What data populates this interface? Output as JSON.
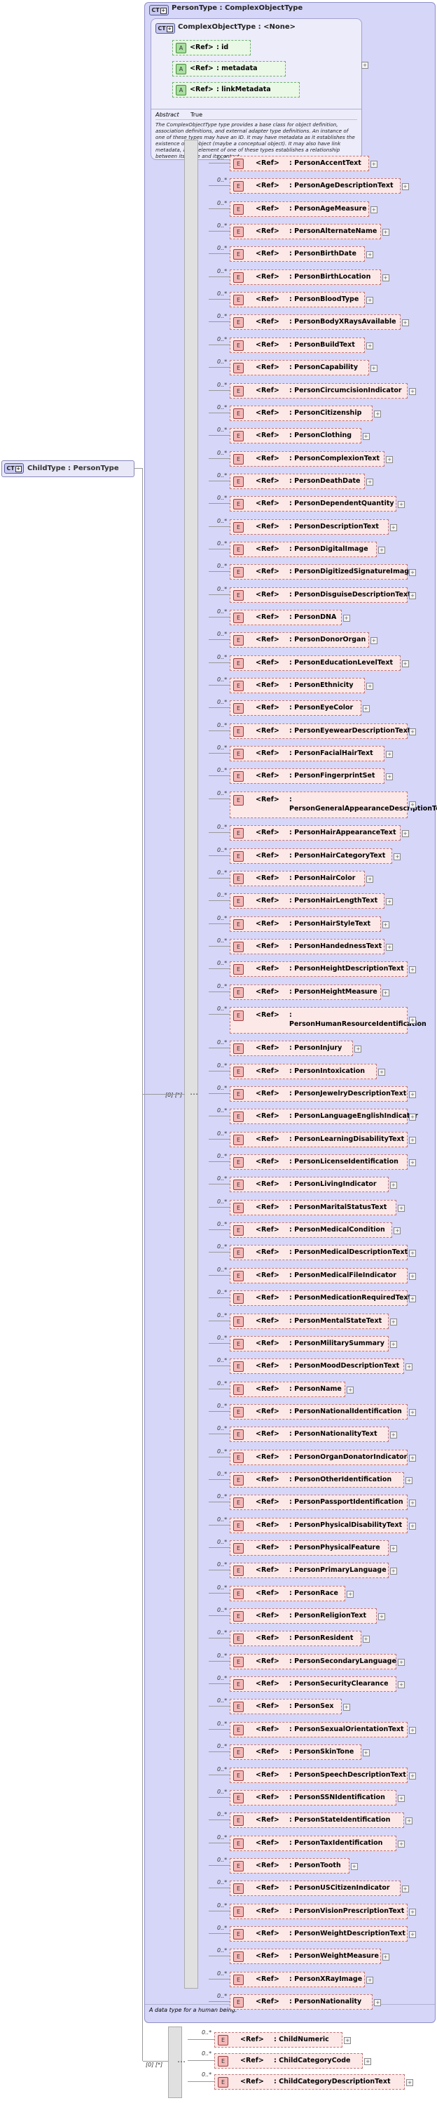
{
  "root": {
    "tag": "CT",
    "label": "ChildType : PersonType"
  },
  "base": {
    "tag": "CT",
    "label": "PersonType : ComplexObjectType"
  },
  "inner": {
    "tag": "CT",
    "label": "ComplexObjectType : <None>",
    "attributes": [
      {
        "tag": "A",
        "ref": "<Ref>",
        "name": ": id"
      },
      {
        "tag": "A",
        "ref": "<Ref>",
        "name": ": metadata"
      },
      {
        "tag": "A",
        "ref": "<Ref>",
        "name": ": linkMetadata"
      }
    ],
    "abstract_label": "Abstract",
    "abstract_value": "True",
    "documentation": "The ComplexObjectType type provides a base class for object definition, association definitions, and external adapter type definitions. An instance of one of these types may have an ID. It may have metadata as it establishes the existence of an object (maybe a conceptual object). It may also have link metadata, as an element of one of these types establishes a relationship between its value and its context."
  },
  "person_sequence": {
    "multiplicity": "[0] [*]",
    "element_tag": "E",
    "ref_label": "<Ref>",
    "occurrence": "0..*",
    "elements": [
      ": PersonAccentText",
      ": PersonAgeDescriptionText",
      ": PersonAgeMeasure",
      ": PersonAlternateName",
      ": PersonBirthDate",
      ": PersonBirthLocation",
      ": PersonBloodType",
      ": PersonBodyXRaysAvailable",
      ": PersonBuildText",
      ": PersonCapability",
      ": PersonCircumcisionIndicator",
      ": PersonCitizenship",
      ": PersonClothing",
      ": PersonComplexionText",
      ": PersonDeathDate",
      ": PersonDependentQuantity",
      ": PersonDescriptionText",
      ": PersonDigitalImage",
      ": PersonDigitizedSignatureImage",
      ": PersonDisguiseDescriptionText",
      ": PersonDNA",
      ": PersonDonorOrgan",
      ": PersonEducationLevelText",
      ": PersonEthnicity",
      ": PersonEyeColor",
      ": PersonEyewearDescriptionText",
      ": PersonFacialHairText",
      ": PersonFingerprintSet",
      ": PersonGeneralAppearanceDescriptionText",
      ": PersonHairAppearanceText",
      ": PersonHairCategoryText",
      ": PersonHairColor",
      ": PersonHairLengthText",
      ": PersonHairStyleText",
      ": PersonHandednessText",
      ": PersonHeightDescriptionText",
      ": PersonHeightMeasure",
      ": PersonHumanResourceIdentification",
      ": PersonInjury",
      ": PersonIntoxication",
      ": PersonJewelryDescriptionText",
      ": PersonLanguageEnglishIndicator",
      ": PersonLearningDisabilityText",
      ": PersonLicenseIdentification",
      ": PersonLivingIndicator",
      ": PersonMaritalStatusText",
      ": PersonMedicalCondition",
      ": PersonMedicalDescriptionText",
      ": PersonMedicalFileIndicator",
      ": PersonMedicationRequiredText",
      ": PersonMentalStateText",
      ": PersonMilitarySummary",
      ": PersonMoodDescriptionText",
      ": PersonName",
      ": PersonNationalIdentification",
      ": PersonNationalityText",
      ": PersonOrganDonatorIndicator",
      ": PersonOtherIdentification",
      ": PersonPassportIdentification",
      ": PersonPhysicalDisabilityText",
      ": PersonPhysicalFeature",
      ": PersonPrimaryLanguage",
      ": PersonRace",
      ": PersonReligionText",
      ": PersonResident",
      ": PersonSecondaryLanguage",
      ": PersonSecurityClearance",
      ": PersonSex",
      ": PersonSexualOrientationText",
      ": PersonSkinTone",
      ": PersonSpeechDescriptionText",
      ": PersonSSNIdentification",
      ": PersonStateIdentification",
      ": PersonTaxIdentification",
      ": PersonTooth",
      ": PersonUSCitizenIndicator",
      ": PersonVisionPrescriptionText",
      ": PersonWeightDescriptionText",
      ": PersonWeightMeasure",
      ": PersonXRayImage",
      ": PersonNationality"
    ]
  },
  "base_documentation": "A data type for a human being.",
  "child_sequence": {
    "multiplicity": "[0] [*]",
    "occurrence": "0..*",
    "elements": [
      {
        "ref": "<Ref>",
        "name": ": ChildNumeric"
      },
      {
        "ref": "<Ref>",
        "name": ": ChildCategoryCode"
      },
      {
        "ref": "<Ref>",
        "name": ": ChildCategoryDescriptionText"
      }
    ]
  }
}
